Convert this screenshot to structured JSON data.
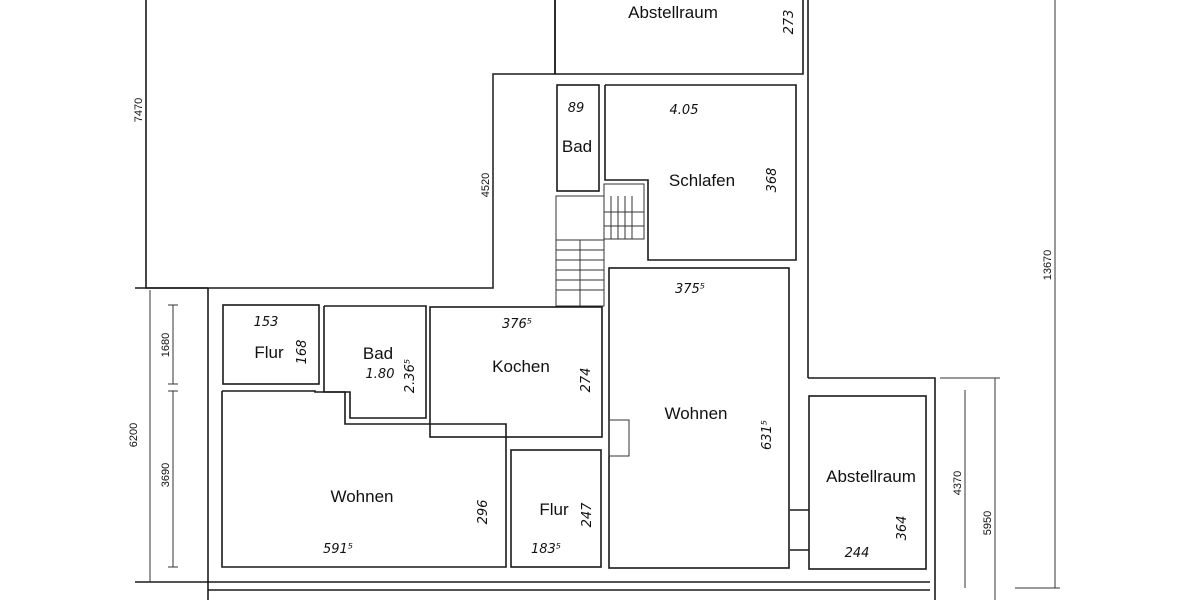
{
  "rooms": {
    "abstellraum_top": "Abstellraum",
    "bad_top": "Bad",
    "schlafen": "Schlafen",
    "flur_left": "Flur",
    "bad_left": "Bad",
    "kochen": "Kochen",
    "wohnen_center": "Wohnen",
    "wohnen_left": "Wohnen",
    "flur_center": "Flur",
    "abstellraum_right": "Abstellraum"
  },
  "room_dims": {
    "abstellraum_top_h": "273",
    "bad_top_w": "89",
    "schlafen_w": "4.05",
    "schlafen_h": "368",
    "wohnen_center_w": "375⁵",
    "wohnen_center_h": "631⁵",
    "flur_left_w": "153",
    "flur_left_h": "168",
    "bad_left_w": "1.80",
    "bad_left_h": "2.36⁵",
    "kochen_w": "376⁵",
    "kochen_h": "274",
    "wohnen_left_w": "591⁵",
    "wohnen_left_h": "296",
    "flur_center_w": "183⁵",
    "flur_center_h": "247",
    "abstellraum_right_w": "244",
    "abstellraum_right_h": "364"
  },
  "dimension_lines": {
    "d7470": "7470",
    "d4520": "4520",
    "d13670": "13670",
    "d1680": "1680",
    "d6200": "6200",
    "d3690": "3690",
    "d4370": "4370",
    "d5950": "5950"
  }
}
